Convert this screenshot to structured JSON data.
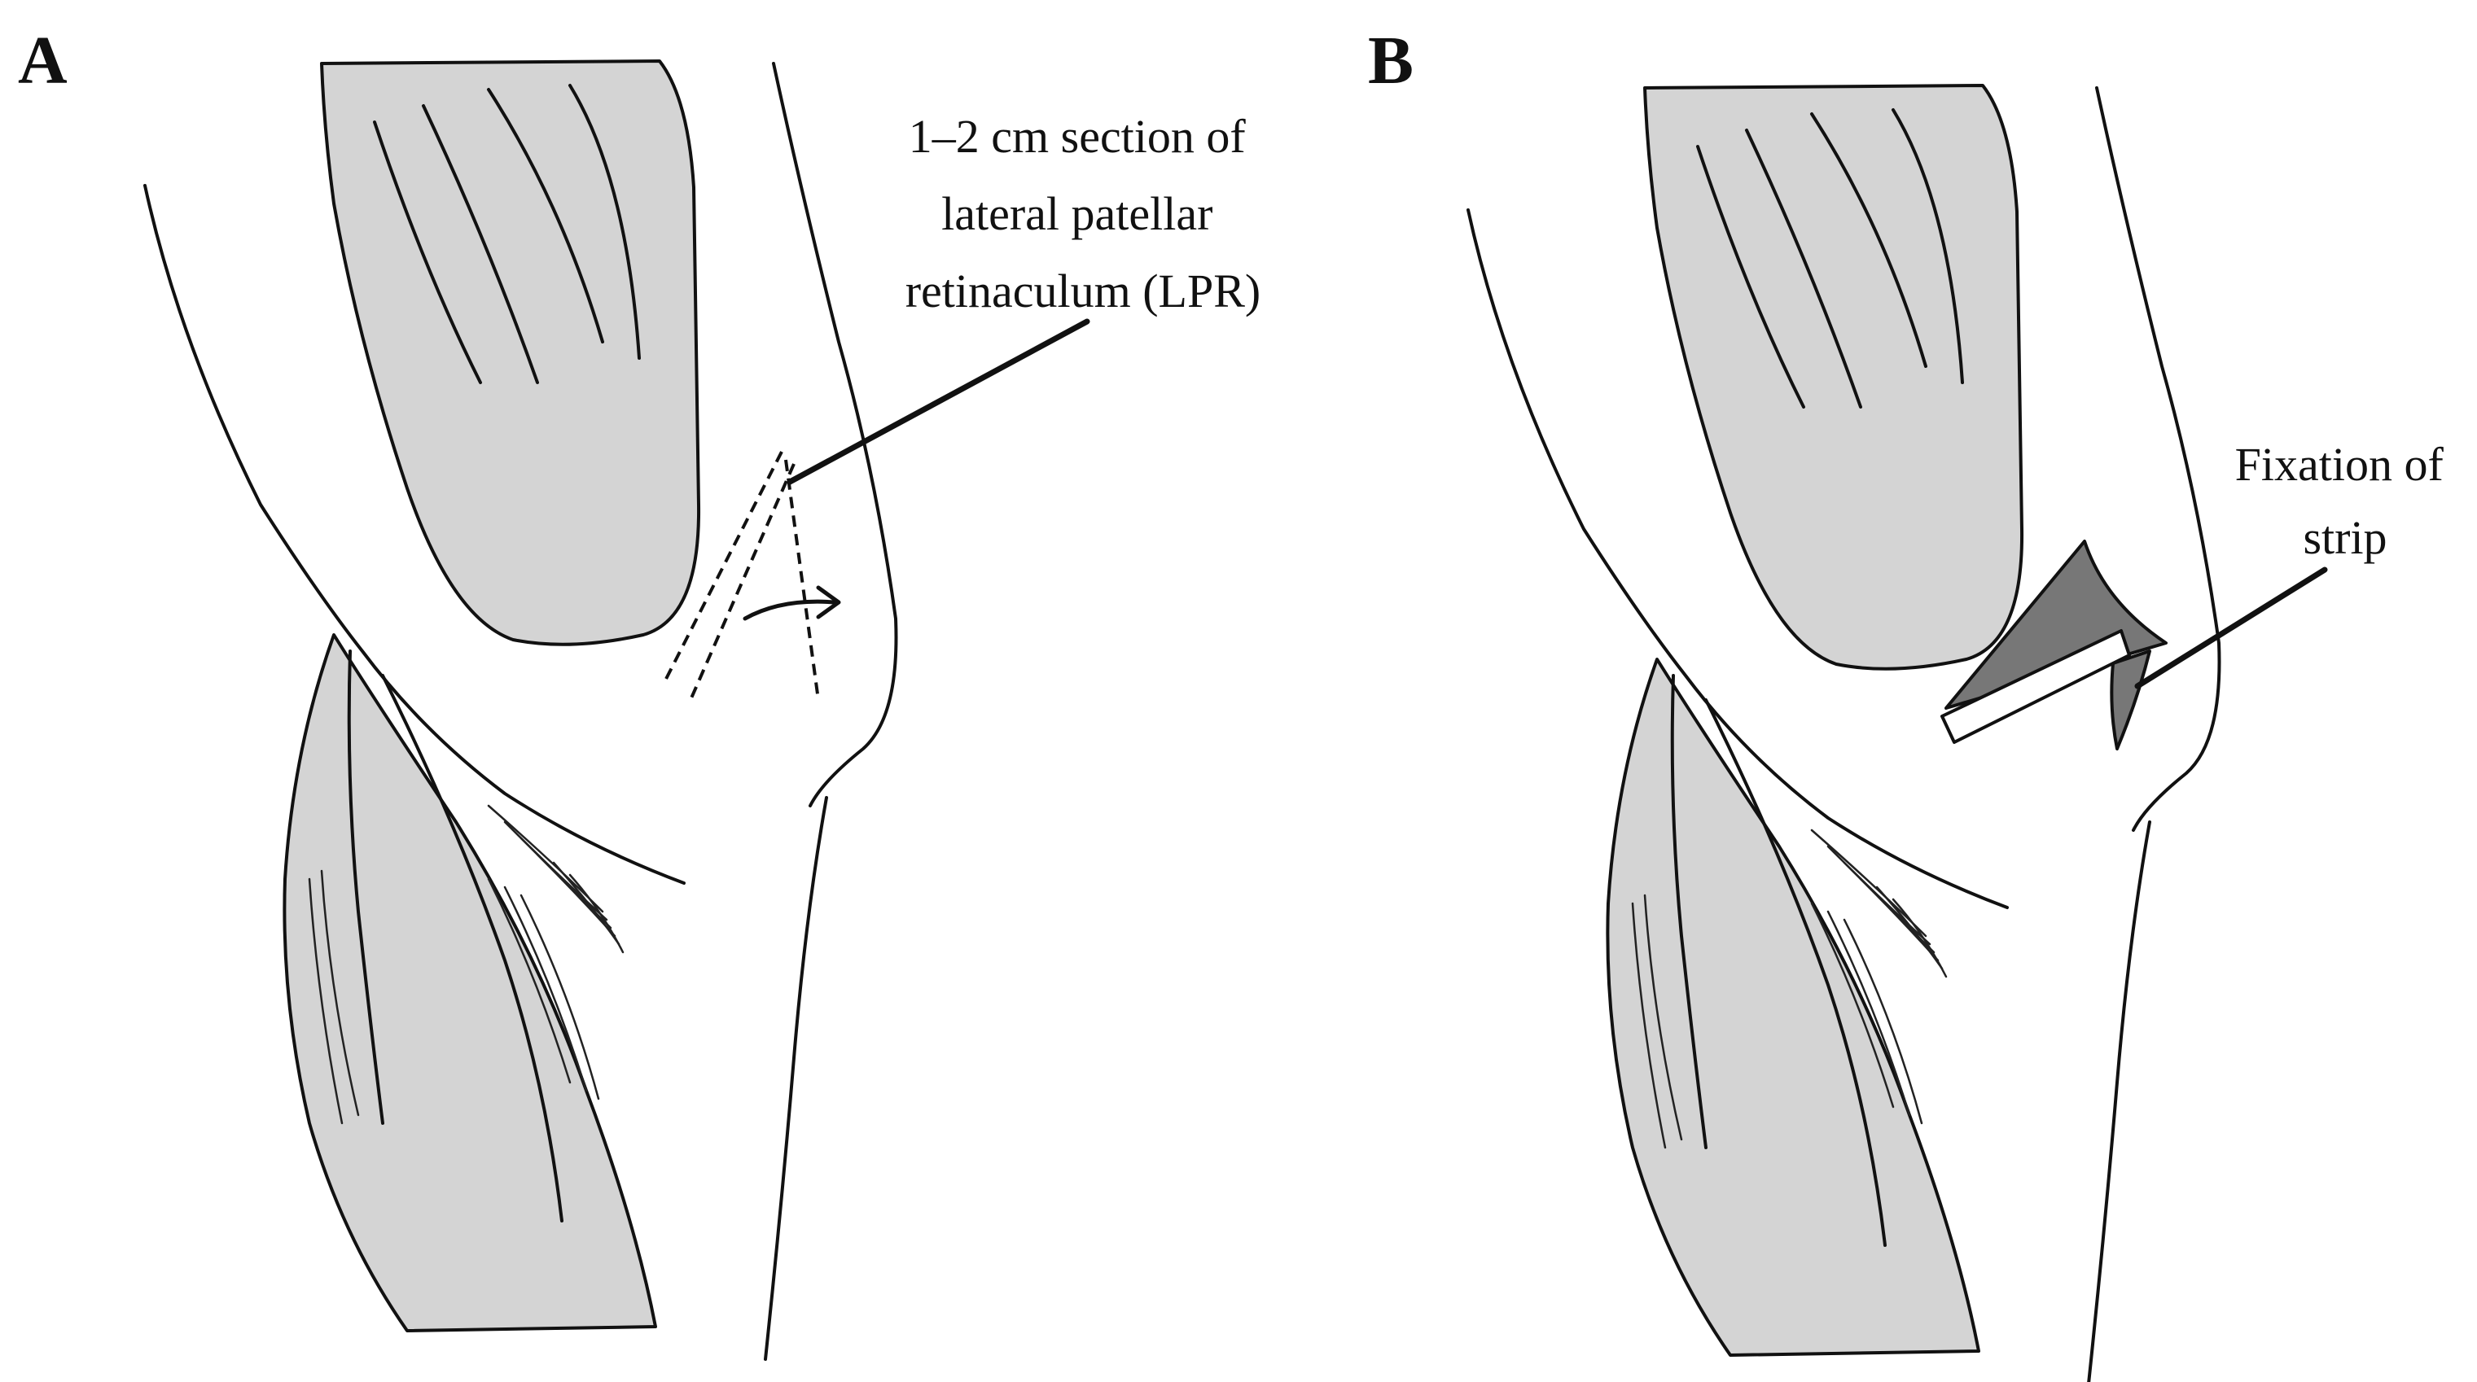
{
  "panels": {
    "a": {
      "label": "A",
      "callout_lines": [
        "1–2 cm section of",
        "lateral patellar",
        "retinaculum (LPR)"
      ]
    },
    "b": {
      "label": "B",
      "callout_lines": [
        "Fixation of",
        "strip"
      ]
    }
  },
  "colors": {
    "muscle_fill": "#d4d4d4",
    "strip_fill": "#777777",
    "ink": "#111111",
    "background": "#ffffff"
  }
}
